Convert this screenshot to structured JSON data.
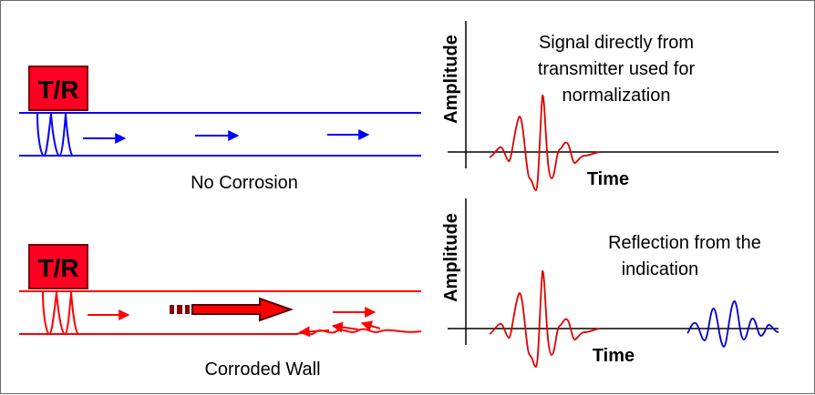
{
  "panels": {
    "top_left": {
      "tr_label": "T/R",
      "caption": "No Corrosion"
    },
    "bottom_left": {
      "tr_label": "T/R",
      "caption": "Corroded Wall"
    },
    "top_right": {
      "ylabel": "Amplitude",
      "xlabel": "Time",
      "annotation_line1": "Signal directly from",
      "annotation_line2": "transmitter used for",
      "annotation_line3": "normalization"
    },
    "bottom_right": {
      "ylabel": "Amplitude",
      "xlabel": "Time",
      "annotation_line1": "Reflection from the",
      "annotation_line2": "indication"
    }
  },
  "colors": {
    "transmitted_signal": "#e00000",
    "reflected_signal": "#0000d0",
    "intact_pipe": "#0000ff",
    "corroded_pipe": "#ff0000",
    "tr_box": "#ff0022"
  }
}
